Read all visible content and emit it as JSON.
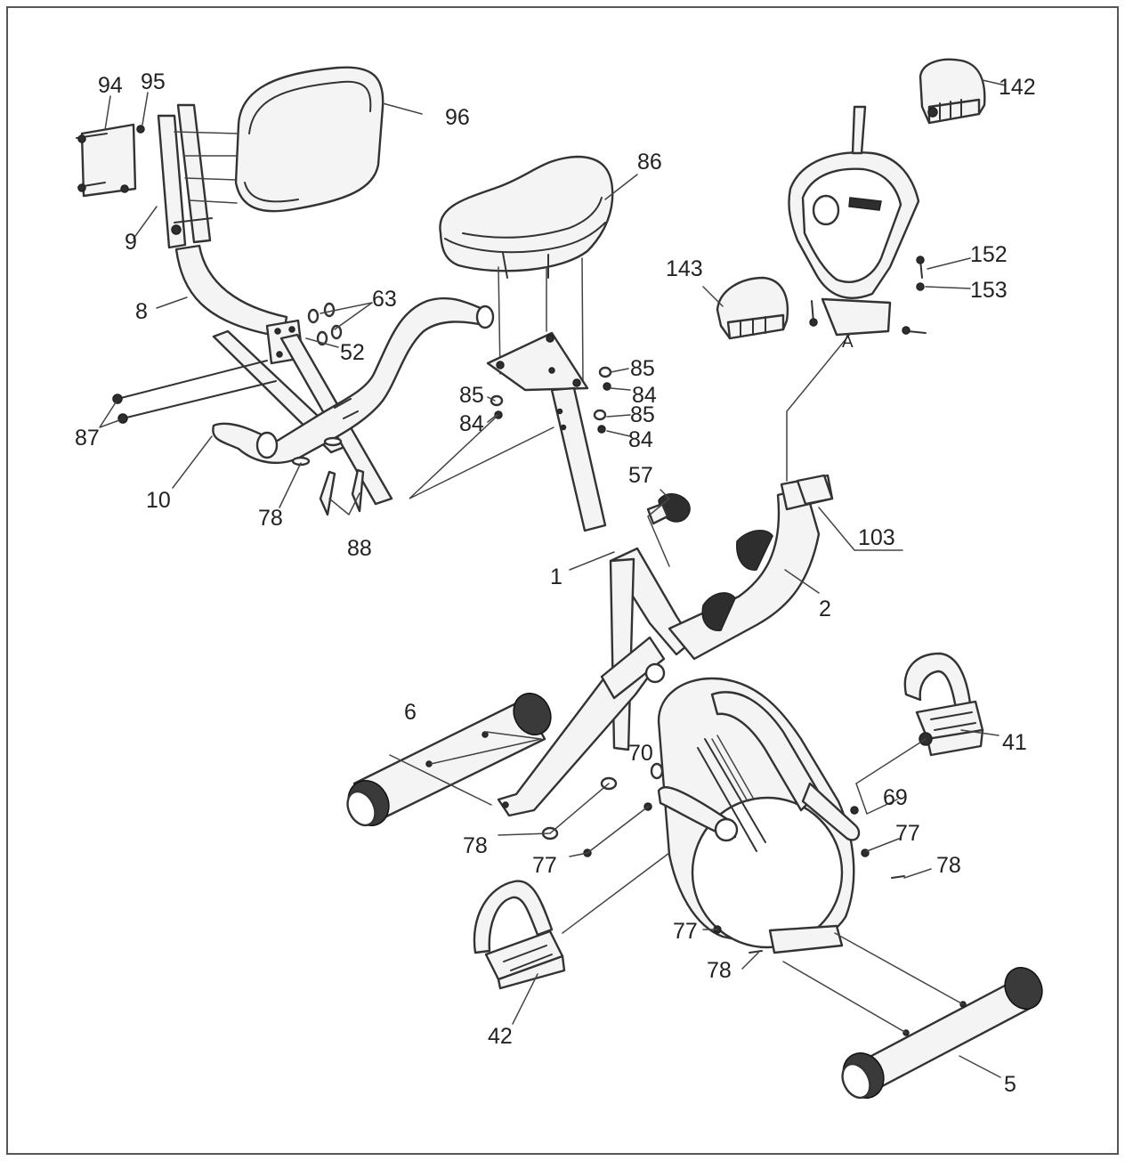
{
  "labels": {
    "l94": "94",
    "l95": "95",
    "l96": "96",
    "l86": "86",
    "l142": "142",
    "l9": "9",
    "l8": "8",
    "l63": "63",
    "l52": "52",
    "l87": "87",
    "l10": "10",
    "l78a": "78",
    "l88": "88",
    "l85a": "85",
    "l84a": "84",
    "l85b": "85",
    "l84b": "84",
    "l85c": "85",
    "l84c": "84",
    "l57": "57",
    "l1": "1",
    "l103": "103",
    "l2": "2",
    "l143": "143",
    "l152": "152",
    "l153": "153",
    "lA": "A",
    "l6": "6",
    "l70": "70",
    "l78b": "78",
    "l77a": "77",
    "l41": "41",
    "l69": "69",
    "l77b": "77",
    "l78c": "78",
    "l77c": "77",
    "l78d": "78",
    "l42": "42",
    "l5": "5"
  }
}
